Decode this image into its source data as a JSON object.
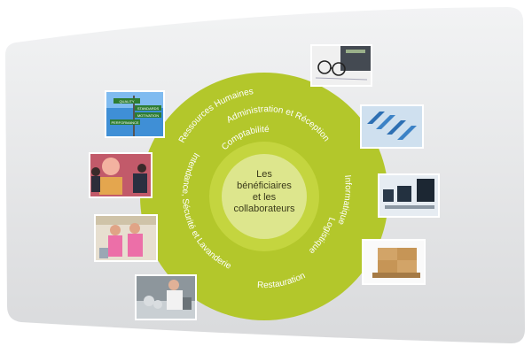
{
  "center": {
    "line1": "Les",
    "line2": "bénéficiaires",
    "line3": "et les",
    "line4": "collaborateurs"
  },
  "departments": [
    "Ressources Humaines",
    "Administration et Réception",
    "Comptabilité",
    "Intendance, Sécurité et Lavanderie",
    "Informatique",
    "Logistique",
    "Restauration"
  ],
  "signpost": [
    "QUALITY",
    "STANDARDS",
    "MOTIVATION",
    "PERFORMANCE"
  ],
  "colors": {
    "ring": "#b3c72b",
    "ring_inner": "#c4d53f",
    "center": "#dde68d",
    "panel": "#e8e9eb",
    "text_light": "#ffffff",
    "text_dark": "#3a3a1a"
  }
}
